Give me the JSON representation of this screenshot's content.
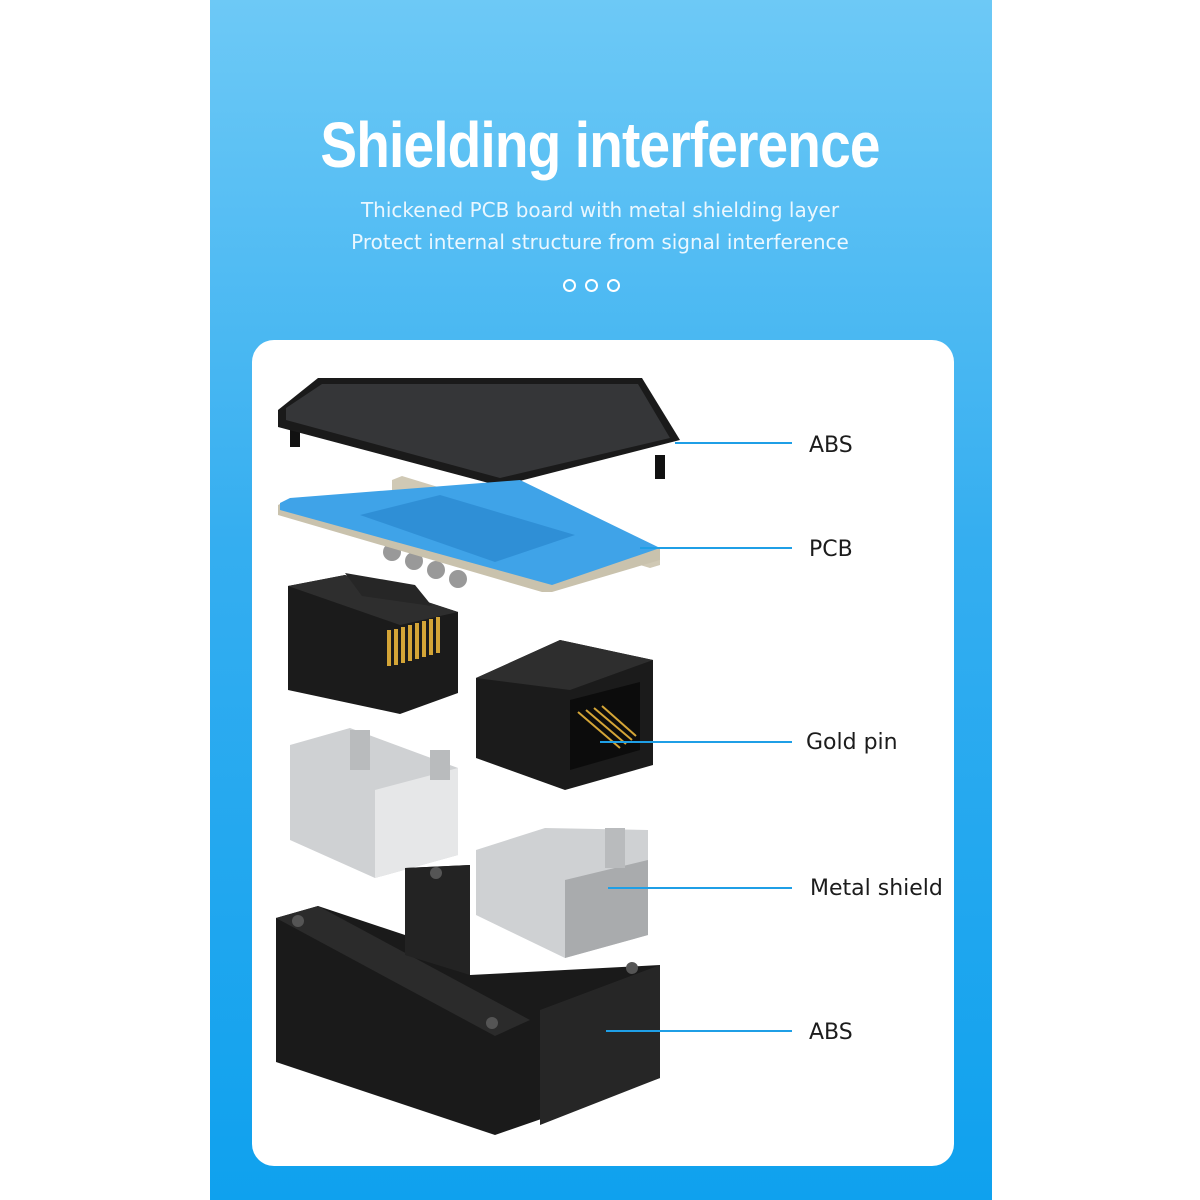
{
  "header": {
    "title": "Shielding interference",
    "subtitle_line1": "Thickened PCB board with metal shielding layer",
    "subtitle_line2": "Protect internal structure from signal interference",
    "pager_dots": 3
  },
  "callouts": [
    {
      "label": "ABS"
    },
    {
      "label": "PCB"
    },
    {
      "label": "Gold pin"
    },
    {
      "label": "Metal shield"
    },
    {
      "label": "ABS"
    }
  ],
  "colors": {
    "background_top": "#6dc9f6",
    "background_bottom": "#0fa1ee",
    "leader_line": "#1f9fe6",
    "pcb_blue": "#3fa3e8",
    "housing_black": "#1d1d1d",
    "gold": "#d4a537",
    "metal": "#d9dbdd"
  }
}
